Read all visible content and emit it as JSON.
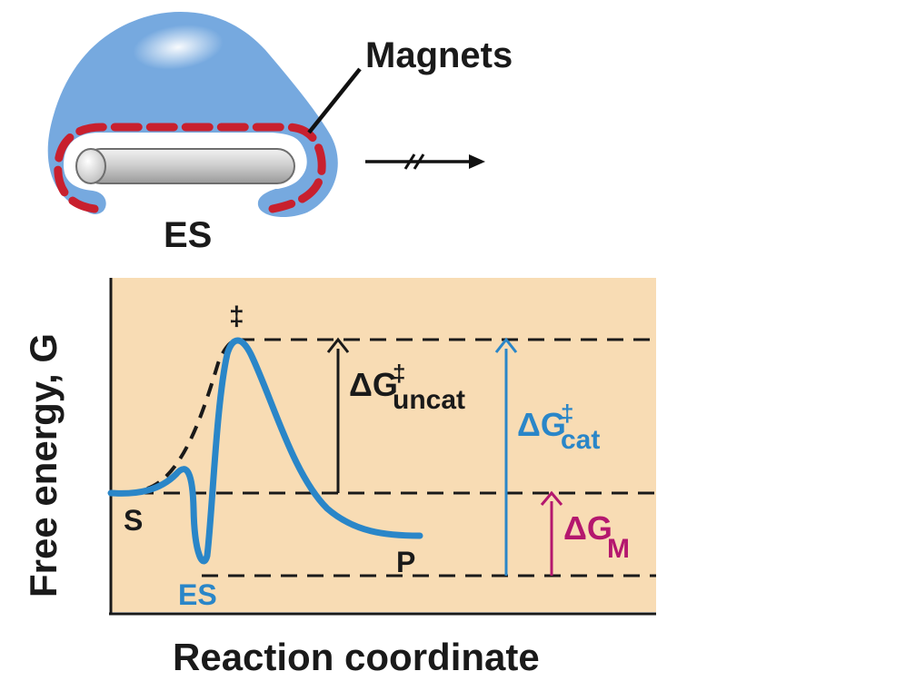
{
  "top_panel": {
    "magnets_label": "Magnets",
    "complex_label": "ES"
  },
  "plot": {
    "ylabel": "Free energy, G",
    "xlabel": "Reaction coordinate",
    "transition_state_symbol": "‡",
    "point_labels": {
      "substrate": "S",
      "enzyme_substrate": "ES",
      "product": "P"
    },
    "delta_g_uncat": {
      "prefix": "ΔG",
      "sup": "‡",
      "sub": "uncat"
    },
    "delta_g_cat": {
      "prefix": "ΔG",
      "sup": "‡",
      "sub": "cat"
    },
    "delta_g_m": {
      "prefix": "ΔG",
      "sub": "M"
    }
  },
  "colors": {
    "plot_background": "#f8dcb4",
    "enzyme_blue": "#76a9df",
    "catalyzed_curve": "#2a86c8",
    "magnet_red": "#c8202e",
    "delta_g_m": "#b4176e",
    "substrate_gray": "#cfcfcf"
  }
}
